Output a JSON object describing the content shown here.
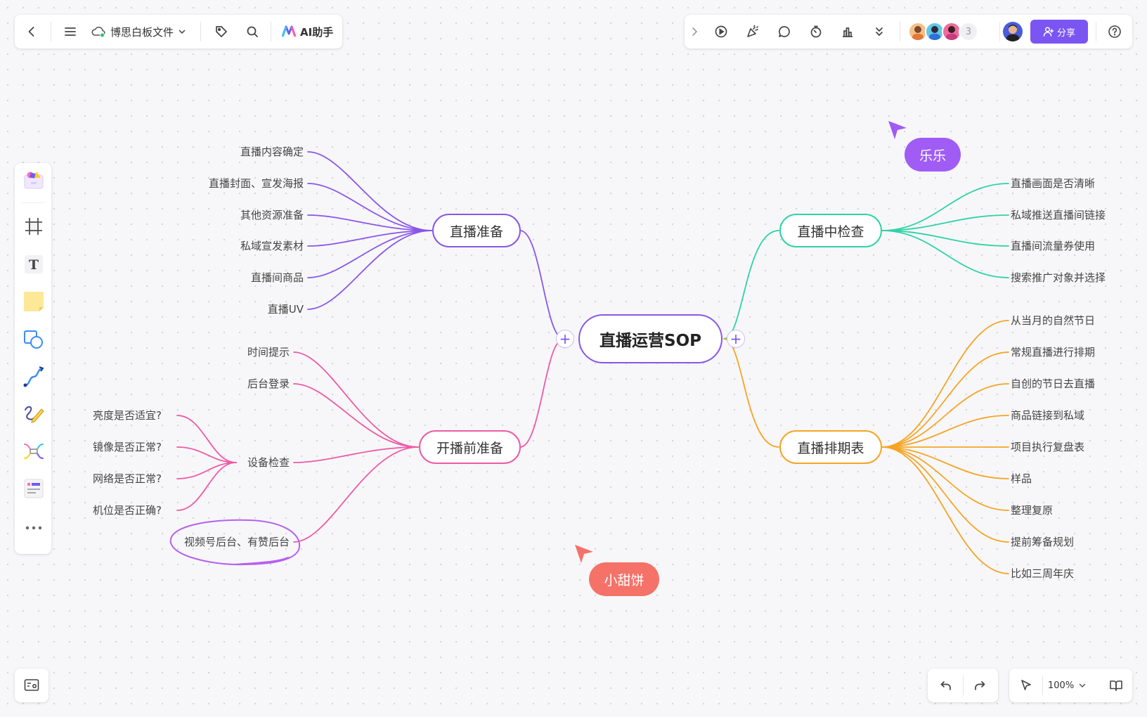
{
  "toolbar": {
    "file_name": "博思白板文件",
    "ai_label": "AI助手",
    "collab_count": "3",
    "share_label": "分享"
  },
  "mindmap": {
    "root": "直播运营SOP",
    "branches": {
      "prep": {
        "label": "直播准备",
        "color": "#8a56e8",
        "items": [
          "直播内容确定",
          "直播封面、宣发海报",
          "其他资源准备",
          "私域宣发素材",
          "直播间商品",
          "直播UV"
        ]
      },
      "preopen": {
        "label": "开播前准备",
        "color": "#ee5aa6",
        "items": [
          "时间提示",
          "后台登录",
          "设备检查",
          "视频号后台、有赞后台"
        ],
        "device_items": [
          "亮度是否适宜?",
          "镜像是否正常?",
          "网络是否正常?",
          "机位是否正确?"
        ]
      },
      "check": {
        "label": "直播中检查",
        "color": "#2fd3a8",
        "items": [
          "直播画面是否清晰",
          "私域推送直播间链接",
          "直播间流量券使用",
          "搜索推广对象并选择"
        ]
      },
      "schedule": {
        "label": "直播排期表",
        "color": "#f5a524",
        "items": [
          "从当月的自然节日",
          "常规直播进行排期",
          "自创的节日去直播",
          "商品链接到私域",
          "项目执行复盘表",
          "样品",
          "整理复原",
          "提前筹备规划",
          "比如三周年庆"
        ]
      }
    }
  },
  "cursors": {
    "lele": {
      "name": "乐乐",
      "color": "#a05cf5"
    },
    "xiaotianbing": {
      "name": "小甜饼",
      "color": "#f57268"
    }
  },
  "zoom": {
    "level": "100%"
  },
  "colors": {
    "accent": "#7b55f2",
    "root_border": "#8a56e8"
  }
}
